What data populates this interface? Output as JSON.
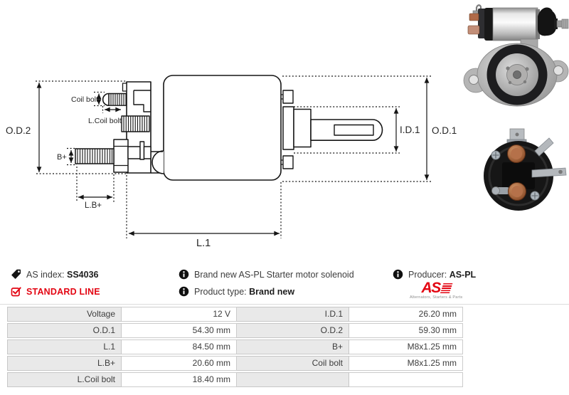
{
  "diagram": {
    "labels": {
      "od2": "O.D.2",
      "od1": "O.D.1",
      "id1": "I.D.1",
      "l1": "L.1",
      "lb_plus": "L.B+",
      "b_plus": "B+",
      "coil_bolt": "Coil bolt",
      "l_coil_bolt": "L.Coil bolt"
    }
  },
  "info": {
    "as_index_label": "AS index:",
    "as_index_value": "SS4036",
    "standard_line": "STANDARD LINE",
    "description": "Brand new AS-PL Starter motor solenoid",
    "product_type_label": "Product type:",
    "product_type_value": "Brand new",
    "producer_label": "Producer:",
    "producer_value": "AS-PL",
    "logo_text": "AS",
    "logo_tagline": "Alternators, Starters & Parts"
  },
  "specs": {
    "left": [
      {
        "label": "Voltage",
        "value": "12 V"
      },
      {
        "label": "O.D.1",
        "value": "54.30 mm"
      },
      {
        "label": "L.1",
        "value": "84.50 mm"
      },
      {
        "label": "L.B+",
        "value": "20.60 mm"
      },
      {
        "label": "L.Coil bolt",
        "value": "18.40 mm"
      }
    ],
    "right": [
      {
        "label": "I.D.1",
        "value": "26.20 mm"
      },
      {
        "label": "O.D.2",
        "value": "59.30 mm"
      },
      {
        "label": "B+",
        "value": "M8x1.25 mm"
      },
      {
        "label": "Coil bolt",
        "value": "M8x1.25 mm"
      },
      {
        "label": "",
        "value": ""
      }
    ]
  },
  "colors": {
    "accent_red": "#e30613",
    "table_label_bg": "#e9e9e9"
  }
}
